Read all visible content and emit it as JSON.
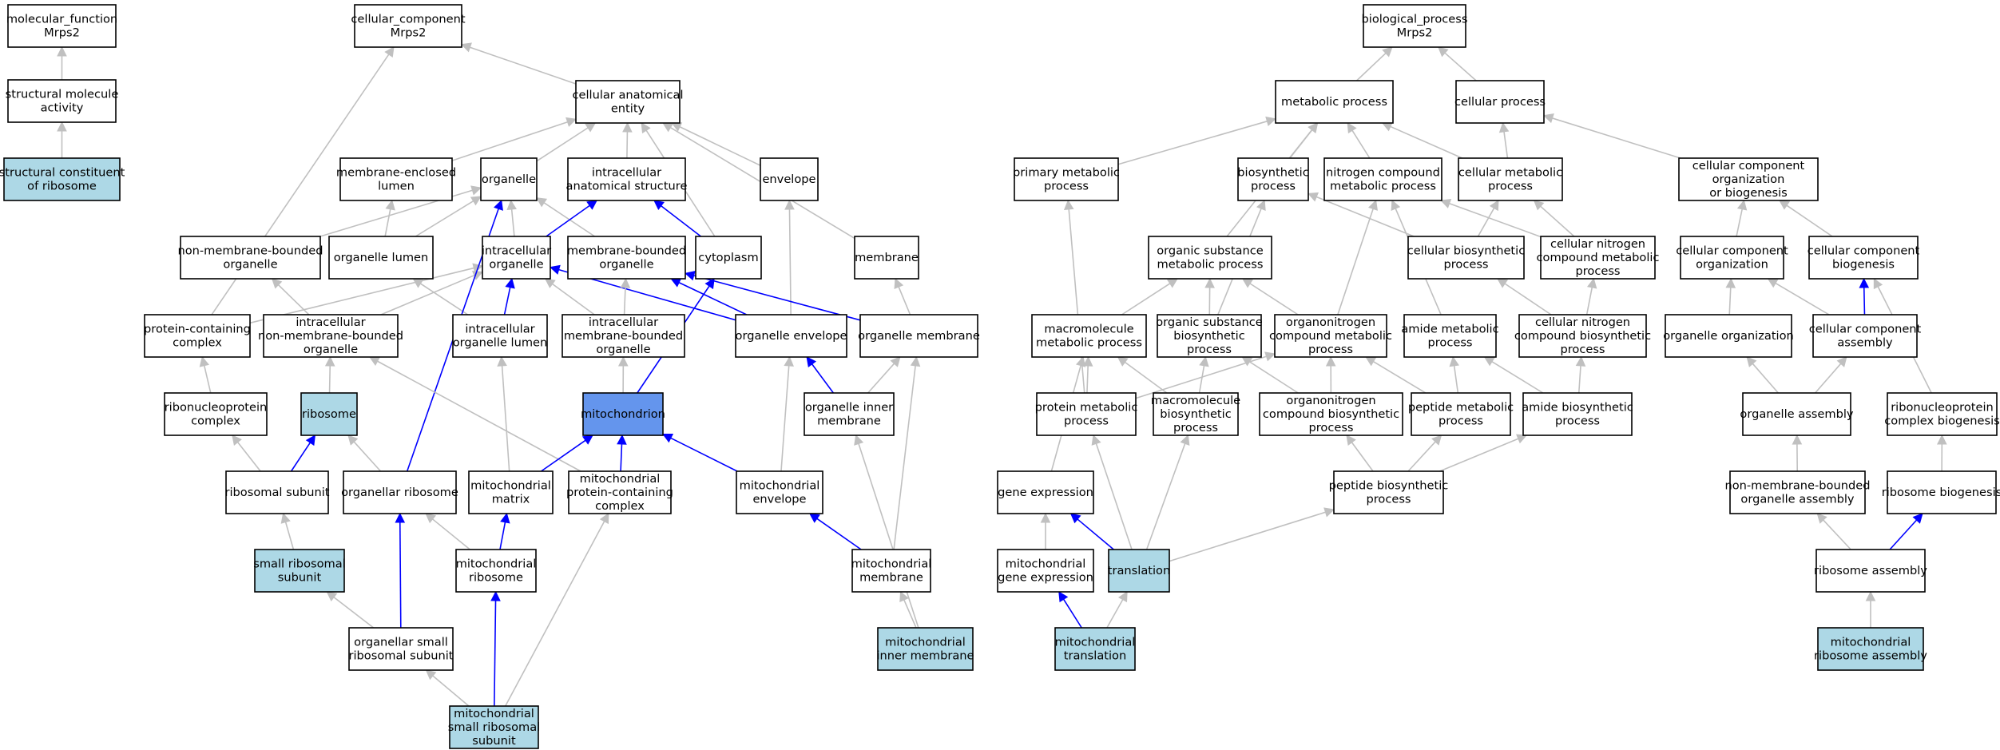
{
  "colors": {
    "node_default": "#ffffff",
    "node_highlight": "#add8e6",
    "node_focus": "#6495ed",
    "edge_default": "#c0c0c0",
    "edge_highlight": "#0000ff"
  },
  "nodes": [
    {
      "id": "mf",
      "lines": [
        "molecular_function",
        "Mrps2"
      ],
      "fill": "default"
    },
    {
      "id": "sma",
      "lines": [
        "structural molecule",
        "activity"
      ],
      "fill": "default"
    },
    {
      "id": "scr",
      "lines": [
        "structural constituent",
        "of ribosome"
      ],
      "fill": "highlight"
    },
    {
      "id": "cc",
      "lines": [
        "cellular_component",
        "Mrps2"
      ],
      "fill": "default"
    },
    {
      "id": "cae",
      "lines": [
        "cellular anatomical",
        "entity"
      ],
      "fill": "default"
    },
    {
      "id": "mel",
      "lines": [
        "membrane-enclosed",
        "lumen"
      ],
      "fill": "default"
    },
    {
      "id": "org",
      "lines": [
        "organelle"
      ],
      "fill": "default"
    },
    {
      "id": "ias",
      "lines": [
        "intracellular",
        "anatomical structure"
      ],
      "fill": "default"
    },
    {
      "id": "env",
      "lines": [
        "envelope"
      ],
      "fill": "default"
    },
    {
      "id": "nmbo",
      "lines": [
        "non-membrane-bounded",
        "organelle"
      ],
      "fill": "default"
    },
    {
      "id": "ol",
      "lines": [
        "organelle lumen"
      ],
      "fill": "default"
    },
    {
      "id": "io",
      "lines": [
        "intracellular",
        "organelle"
      ],
      "fill": "default"
    },
    {
      "id": "mbo",
      "lines": [
        "membrane-bounded",
        "organelle"
      ],
      "fill": "default"
    },
    {
      "id": "cyt",
      "lines": [
        "cytoplasm"
      ],
      "fill": "default"
    },
    {
      "id": "mem",
      "lines": [
        "membrane"
      ],
      "fill": "default"
    },
    {
      "id": "pcc",
      "lines": [
        "protein-containing",
        "complex"
      ],
      "fill": "default"
    },
    {
      "id": "inmbo",
      "lines": [
        "intracellular",
        "non-membrane-bounded",
        "organelle"
      ],
      "fill": "default"
    },
    {
      "id": "iol",
      "lines": [
        "intracellular",
        "organelle lumen"
      ],
      "fill": "default"
    },
    {
      "id": "imbo",
      "lines": [
        "intracellular",
        "membrane-bounded",
        "organelle"
      ],
      "fill": "default"
    },
    {
      "id": "oenv",
      "lines": [
        "organelle envelope"
      ],
      "fill": "default"
    },
    {
      "id": "omem",
      "lines": [
        "organelle membrane"
      ],
      "fill": "default"
    },
    {
      "id": "rnpc",
      "lines": [
        "ribonucleoprotein",
        "complex"
      ],
      "fill": "default"
    },
    {
      "id": "rib",
      "lines": [
        "ribosome"
      ],
      "fill": "highlight"
    },
    {
      "id": "mito",
      "lines": [
        "mitochondrion"
      ],
      "fill": "focus"
    },
    {
      "id": "oim",
      "lines": [
        "organelle inner",
        "membrane"
      ],
      "fill": "default"
    },
    {
      "id": "rsu",
      "lines": [
        "ribosomal subunit"
      ],
      "fill": "default"
    },
    {
      "id": "orib",
      "lines": [
        "organellar ribosome"
      ],
      "fill": "default"
    },
    {
      "id": "mmat",
      "lines": [
        "mitochondrial",
        "matrix"
      ],
      "fill": "default"
    },
    {
      "id": "mpcc",
      "lines": [
        "mitochondrial",
        "protein-containing",
        "complex"
      ],
      "fill": "default"
    },
    {
      "id": "menv",
      "lines": [
        "mitochondrial",
        "envelope"
      ],
      "fill": "default"
    },
    {
      "id": "ssu",
      "lines": [
        "small ribosomal",
        "subunit"
      ],
      "fill": "highlight"
    },
    {
      "id": "mrib",
      "lines": [
        "mitochondrial",
        "ribosome"
      ],
      "fill": "default"
    },
    {
      "id": "mmem",
      "lines": [
        "mitochondrial",
        "membrane"
      ],
      "fill": "default"
    },
    {
      "id": "ossu",
      "lines": [
        "organellar small",
        "ribosomal subunit"
      ],
      "fill": "default"
    },
    {
      "id": "mim",
      "lines": [
        "mitochondrial",
        "inner membrane"
      ],
      "fill": "highlight"
    },
    {
      "id": "mssu",
      "lines": [
        "mitochondrial",
        "small ribosomal",
        "subunit"
      ],
      "fill": "highlight"
    },
    {
      "id": "bp",
      "lines": [
        "biological_process",
        "Mrps2"
      ],
      "fill": "default"
    },
    {
      "id": "metp",
      "lines": [
        "metabolic process"
      ],
      "fill": "default"
    },
    {
      "id": "cellp",
      "lines": [
        "cellular process"
      ],
      "fill": "default"
    },
    {
      "id": "pmp",
      "lines": [
        "primary metabolic",
        "process"
      ],
      "fill": "default"
    },
    {
      "id": "bio",
      "lines": [
        "biosynthetic",
        "process"
      ],
      "fill": "default"
    },
    {
      "id": "ncmp",
      "lines": [
        "nitrogen compound",
        "metabolic process"
      ],
      "fill": "default"
    },
    {
      "id": "cmp",
      "lines": [
        "cellular metabolic",
        "process"
      ],
      "fill": "default"
    },
    {
      "id": "ccob",
      "lines": [
        "cellular component",
        "organization",
        "or biogenesis"
      ],
      "fill": "default"
    },
    {
      "id": "osmp",
      "lines": [
        "organic substance",
        "metabolic process"
      ],
      "fill": "default"
    },
    {
      "id": "cbp",
      "lines": [
        "cellular biosynthetic",
        "process"
      ],
      "fill": "default"
    },
    {
      "id": "cncmp",
      "lines": [
        "cellular nitrogen",
        "compound metabolic",
        "process"
      ],
      "fill": "default"
    },
    {
      "id": "cco",
      "lines": [
        "cellular component",
        "organization"
      ],
      "fill": "default"
    },
    {
      "id": "ccb",
      "lines": [
        "cellular component",
        "biogenesis"
      ],
      "fill": "default"
    },
    {
      "id": "mmp",
      "lines": [
        "macromolecule",
        "metabolic process"
      ],
      "fill": "default"
    },
    {
      "id": "osbp",
      "lines": [
        "organic substance",
        "biosynthetic",
        "process"
      ],
      "fill": "default"
    },
    {
      "id": "oncmp",
      "lines": [
        "organonitrogen",
        "compound metabolic",
        "process"
      ],
      "fill": "default"
    },
    {
      "id": "amp",
      "lines": [
        "amide metabolic",
        "process"
      ],
      "fill": "default"
    },
    {
      "id": "cncbp",
      "lines": [
        "cellular nitrogen",
        "compound biosynthetic",
        "process"
      ],
      "fill": "default"
    },
    {
      "id": "oorg",
      "lines": [
        "organelle organization"
      ],
      "fill": "default"
    },
    {
      "id": "cca",
      "lines": [
        "cellular component",
        "assembly"
      ],
      "fill": "default"
    },
    {
      "id": "prmp",
      "lines": [
        "protein metabolic",
        "process"
      ],
      "fill": "default"
    },
    {
      "id": "mbp",
      "lines": [
        "macromolecule",
        "biosynthetic",
        "process"
      ],
      "fill": "default"
    },
    {
      "id": "oncbp",
      "lines": [
        "organonitrogen",
        "compound biosynthetic",
        "process"
      ],
      "fill": "default"
    },
    {
      "id": "pmetp",
      "lines": [
        "peptide metabolic",
        "process"
      ],
      "fill": "default"
    },
    {
      "id": "abp",
      "lines": [
        "amide biosynthetic",
        "process"
      ],
      "fill": "default"
    },
    {
      "id": "oasm",
      "lines": [
        "organelle assembly"
      ],
      "fill": "default"
    },
    {
      "id": "rnpcb",
      "lines": [
        "ribonucleoprotein",
        "complex biogenesis"
      ],
      "fill": "default"
    },
    {
      "id": "gexp",
      "lines": [
        "gene expression"
      ],
      "fill": "default"
    },
    {
      "id": "pbp",
      "lines": [
        "peptide biosynthetic",
        "process"
      ],
      "fill": "default"
    },
    {
      "id": "nmboa",
      "lines": [
        "non-membrane-bounded",
        "organelle assembly"
      ],
      "fill": "default"
    },
    {
      "id": "ribb",
      "lines": [
        "ribosome biogenesis"
      ],
      "fill": "default"
    },
    {
      "id": "mgexp",
      "lines": [
        "mitochondrial",
        "gene expression"
      ],
      "fill": "default"
    },
    {
      "id": "trans",
      "lines": [
        "translation"
      ],
      "fill": "highlight"
    },
    {
      "id": "riba",
      "lines": [
        "ribosome assembly"
      ],
      "fill": "default"
    },
    {
      "id": "mtrans",
      "lines": [
        "mitochondrial",
        "translation"
      ],
      "fill": "highlight"
    },
    {
      "id": "mriba",
      "lines": [
        "mitochondrial",
        "ribosome assembly"
      ],
      "fill": "highlight"
    }
  ],
  "edges": [
    {
      "from": "sma",
      "to": "mf",
      "color": "default"
    },
    {
      "from": "scr",
      "to": "sma",
      "color": "default"
    },
    {
      "from": "cae",
      "to": "cc",
      "color": "default"
    },
    {
      "from": "pcc",
      "to": "cc",
      "color": "default"
    },
    {
      "from": "mel",
      "to": "cae",
      "color": "default"
    },
    {
      "from": "org",
      "to": "cae",
      "color": "default"
    },
    {
      "from": "ias",
      "to": "cae",
      "color": "default"
    },
    {
      "from": "env",
      "to": "cae",
      "color": "default"
    },
    {
      "from": "cyt",
      "to": "cae",
      "color": "default"
    },
    {
      "from": "mem",
      "to": "cae",
      "color": "default"
    },
    {
      "from": "nmbo",
      "to": "org",
      "color": "default"
    },
    {
      "from": "ol",
      "to": "org",
      "color": "default"
    },
    {
      "from": "io",
      "to": "org",
      "color": "default"
    },
    {
      "from": "mbo",
      "to": "org",
      "color": "default"
    },
    {
      "from": "ol",
      "to": "mel",
      "color": "default"
    },
    {
      "from": "io",
      "to": "ias",
      "color": "highlight"
    },
    {
      "from": "cyt",
      "to": "ias",
      "color": "highlight"
    },
    {
      "from": "oenv",
      "to": "env",
      "color": "default"
    },
    {
      "from": "inmbo",
      "to": "nmbo",
      "color": "default"
    },
    {
      "from": "inmbo",
      "to": "io",
      "color": "default"
    },
    {
      "from": "iol",
      "to": "io",
      "color": "highlight"
    },
    {
      "from": "imbo",
      "to": "io",
      "color": "default"
    },
    {
      "from": "oenv",
      "to": "io",
      "color": "highlight"
    },
    {
      "from": "pcc",
      "to": "io",
      "color": "default"
    },
    {
      "from": "imbo",
      "to": "mbo",
      "color": "default"
    },
    {
      "from": "oenv",
      "to": "mbo",
      "color": "highlight"
    },
    {
      "from": "omem",
      "to": "mbo",
      "color": "highlight"
    },
    {
      "from": "iol",
      "to": "ol",
      "color": "default"
    },
    {
      "from": "omem",
      "to": "mem",
      "color": "default"
    },
    {
      "from": "mito",
      "to": "cyt",
      "color": "highlight"
    },
    {
      "from": "orib",
      "to": "org",
      "color": "highlight"
    },
    {
      "from": "rnpc",
      "to": "pcc",
      "color": "default"
    },
    {
      "from": "rib",
      "to": "inmbo",
      "color": "default"
    },
    {
      "from": "mito",
      "to": "imbo",
      "color": "default"
    },
    {
      "from": "oim",
      "to": "oenv",
      "color": "highlight"
    },
    {
      "from": "oim",
      "to": "omem",
      "color": "default"
    },
    {
      "from": "mmem",
      "to": "omem",
      "color": "default"
    },
    {
      "from": "mpcc",
      "to": "inmbo",
      "color": "default"
    },
    {
      "from": "rsu",
      "to": "rnpc",
      "color": "default"
    },
    {
      "from": "rsu",
      "to": "rib",
      "color": "highlight"
    },
    {
      "from": "orib",
      "to": "rib",
      "color": "default"
    },
    {
      "from": "mmat",
      "to": "mito",
      "color": "highlight"
    },
    {
      "from": "mpcc",
      "to": "mito",
      "color": "highlight"
    },
    {
      "from": "menv",
      "to": "mito",
      "color": "highlight"
    },
    {
      "from": "mmat",
      "to": "iol",
      "color": "default"
    },
    {
      "from": "menv",
      "to": "oenv",
      "color": "default"
    },
    {
      "from": "mim",
      "to": "oim",
      "color": "default"
    },
    {
      "from": "ssu",
      "to": "rsu",
      "color": "default"
    },
    {
      "from": "mrib",
      "to": "orib",
      "color": "default"
    },
    {
      "from": "mrib",
      "to": "mmat",
      "color": "highlight"
    },
    {
      "from": "mmem",
      "to": "menv",
      "color": "highlight"
    },
    {
      "from": "ossu",
      "to": "ssu",
      "color": "default"
    },
    {
      "from": "ossu",
      "to": "orib",
      "color": "highlight"
    },
    {
      "from": "mim",
      "to": "mmem",
      "color": "default"
    },
    {
      "from": "mssu",
      "to": "ossu",
      "color": "default"
    },
    {
      "from": "mssu",
      "to": "mrib",
      "color": "highlight"
    },
    {
      "from": "mssu",
      "to": "mpcc",
      "color": "default"
    },
    {
      "from": "metp",
      "to": "bp",
      "color": "default"
    },
    {
      "from": "cellp",
      "to": "bp",
      "color": "default"
    },
    {
      "from": "pmp",
      "to": "metp",
      "color": "default"
    },
    {
      "from": "bio",
      "to": "metp",
      "color": "default"
    },
    {
      "from": "ncmp",
      "to": "metp",
      "color": "default"
    },
    {
      "from": "cmp",
      "to": "metp",
      "color": "default"
    },
    {
      "from": "osmp",
      "to": "metp",
      "color": "default"
    },
    {
      "from": "cmp",
      "to": "cellp",
      "color": "default"
    },
    {
      "from": "ccob",
      "to": "cellp",
      "color": "default"
    },
    {
      "from": "cbp",
      "to": "bio",
      "color": "default"
    },
    {
      "from": "osbp",
      "to": "bio",
      "color": "default"
    },
    {
      "from": "cncmp",
      "to": "ncmp",
      "color": "default"
    },
    {
      "from": "oncmp",
      "to": "ncmp",
      "color": "default"
    },
    {
      "from": "amp",
      "to": "ncmp",
      "color": "default"
    },
    {
      "from": "cbp",
      "to": "cmp",
      "color": "default"
    },
    {
      "from": "cncmp",
      "to": "cmp",
      "color": "default"
    },
    {
      "from": "cco",
      "to": "ccob",
      "color": "default"
    },
    {
      "from": "ccb",
      "to": "ccob",
      "color": "default"
    },
    {
      "from": "mmp",
      "to": "osmp",
      "color": "default"
    },
    {
      "from": "osbp",
      "to": "osmp",
      "color": "default"
    },
    {
      "from": "oncmp",
      "to": "osmp",
      "color": "default"
    },
    {
      "from": "cncbp",
      "to": "cbp",
      "color": "default"
    },
    {
      "from": "cncbp",
      "to": "cncmp",
      "color": "default"
    },
    {
      "from": "oorg",
      "to": "cco",
      "color": "default"
    },
    {
      "from": "cca",
      "to": "cco",
      "color": "default"
    },
    {
      "from": "cca",
      "to": "ccb",
      "color": "highlight"
    },
    {
      "from": "rnpcb",
      "to": "ccb",
      "color": "default"
    },
    {
      "from": "prmp",
      "to": "mmp",
      "color": "default"
    },
    {
      "from": "mbp",
      "to": "mmp",
      "color": "default"
    },
    {
      "from": "gexp",
      "to": "mmp",
      "color": "default"
    },
    {
      "from": "mbp",
      "to": "osbp",
      "color": "default"
    },
    {
      "from": "oncbp",
      "to": "osbp",
      "color": "default"
    },
    {
      "from": "prmp",
      "to": "oncmp",
      "color": "default"
    },
    {
      "from": "oncbp",
      "to": "oncmp",
      "color": "default"
    },
    {
      "from": "pmetp",
      "to": "oncmp",
      "color": "default"
    },
    {
      "from": "pmetp",
      "to": "amp",
      "color": "default"
    },
    {
      "from": "abp",
      "to": "amp",
      "color": "default"
    },
    {
      "from": "abp",
      "to": "cncbp",
      "color": "default"
    },
    {
      "from": "prmp",
      "to": "pmp",
      "color": "default"
    },
    {
      "from": "oasm",
      "to": "oorg",
      "color": "default"
    },
    {
      "from": "oasm",
      "to": "cca",
      "color": "default"
    },
    {
      "from": "pbp",
      "to": "pmetp",
      "color": "default"
    },
    {
      "from": "pbp",
      "to": "abp",
      "color": "default"
    },
    {
      "from": "pbp",
      "to": "oncbp",
      "color": "default"
    },
    {
      "from": "trans",
      "to": "prmp",
      "color": "default"
    },
    {
      "from": "trans",
      "to": "mbp",
      "color": "default"
    },
    {
      "from": "trans",
      "to": "pbp",
      "color": "default"
    },
    {
      "from": "trans",
      "to": "gexp",
      "color": "highlight"
    },
    {
      "from": "nmboa",
      "to": "oasm",
      "color": "default"
    },
    {
      "from": "ribb",
      "to": "rnpcb",
      "color": "default"
    },
    {
      "from": "mgexp",
      "to": "gexp",
      "color": "default"
    },
    {
      "from": "mtrans",
      "to": "mgexp",
      "color": "highlight"
    },
    {
      "from": "mtrans",
      "to": "trans",
      "color": "default"
    },
    {
      "from": "riba",
      "to": "nmboa",
      "color": "default"
    },
    {
      "from": "riba",
      "to": "ribb",
      "color": "highlight"
    },
    {
      "from": "mriba",
      "to": "riba",
      "color": "default"
    }
  ]
}
